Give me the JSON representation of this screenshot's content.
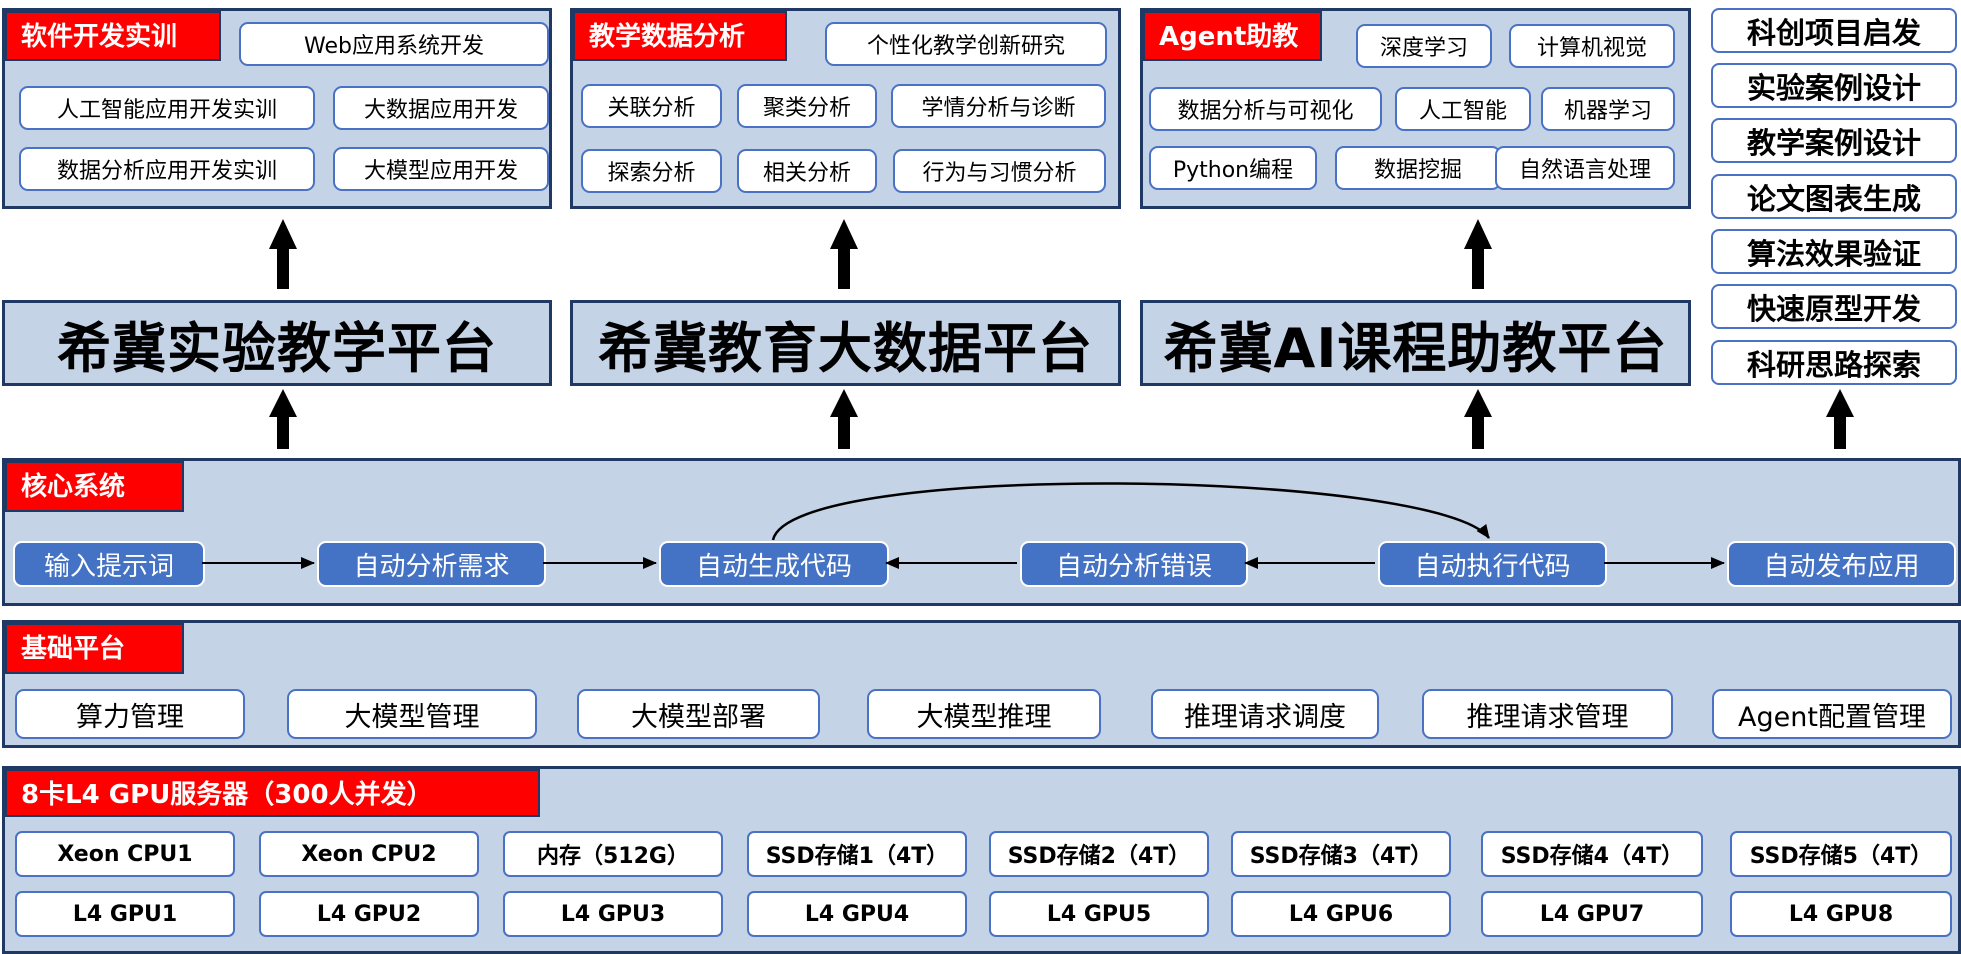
{
  "top": {
    "software": {
      "tag": "软件开发实训",
      "items": [
        "Web应用系统开发",
        "人工智能应用开发实训",
        "大数据应用开发",
        "数据分析应用开发实训",
        "大模型应用开发"
      ]
    },
    "analysis": {
      "tag": "教学数据分析",
      "items": [
        "个性化教学创新研究",
        "关联分析",
        "聚类分析",
        "学情分析与诊断",
        "探索分析",
        "相关分析",
        "行为与习惯分析"
      ]
    },
    "agent": {
      "tag": "Agent助教",
      "items": [
        "深度学习",
        "计算机视觉",
        "数据分析与可视化",
        "人工智能",
        "机器学习",
        "Python编程",
        "数据挖掘",
        "自然语言处理"
      ]
    }
  },
  "platforms": [
    "希冀实验教学平台",
    "希冀教育大数据平台",
    "希冀AI课程助教平台"
  ],
  "side_items": [
    "科创项目启发",
    "实验案例设计",
    "教学案例设计",
    "论文图表生成",
    "算法效果验证",
    "快速原型开发",
    "科研思路探索"
  ],
  "core": {
    "tag": "核心系统",
    "steps": [
      "输入提示词",
      "自动分析需求",
      "自动生成代码",
      "自动分析错误",
      "自动执行代码",
      "自动发布应用"
    ]
  },
  "foundation": {
    "tag": "基础平台",
    "items": [
      "算力管理",
      "大模型管理",
      "大模型部署",
      "大模型推理",
      "推理请求调度",
      "推理请求管理",
      "Agent配置管理"
    ]
  },
  "server": {
    "tag": "8卡L4 GPU服务器（300人并发）",
    "row1": [
      "Xeon CPU1",
      "Xeon CPU2",
      "内存（512G）",
      "SSD存储1（4T）",
      "SSD存储2（4T）",
      "SSD存储3（4T）",
      "SSD存储4（4T）",
      "SSD存储5（4T）"
    ],
    "row2": [
      "L4 GPU1",
      "L4 GPU2",
      "L4 GPU3",
      "L4 GPU4",
      "L4 GPU5",
      "L4 GPU6",
      "L4 GPU7",
      "L4 GPU8"
    ]
  },
  "colors": {
    "panel": "#c5d3e7",
    "border": "#1f3864",
    "tag": "#ff0000",
    "accent": "#4472c4"
  }
}
